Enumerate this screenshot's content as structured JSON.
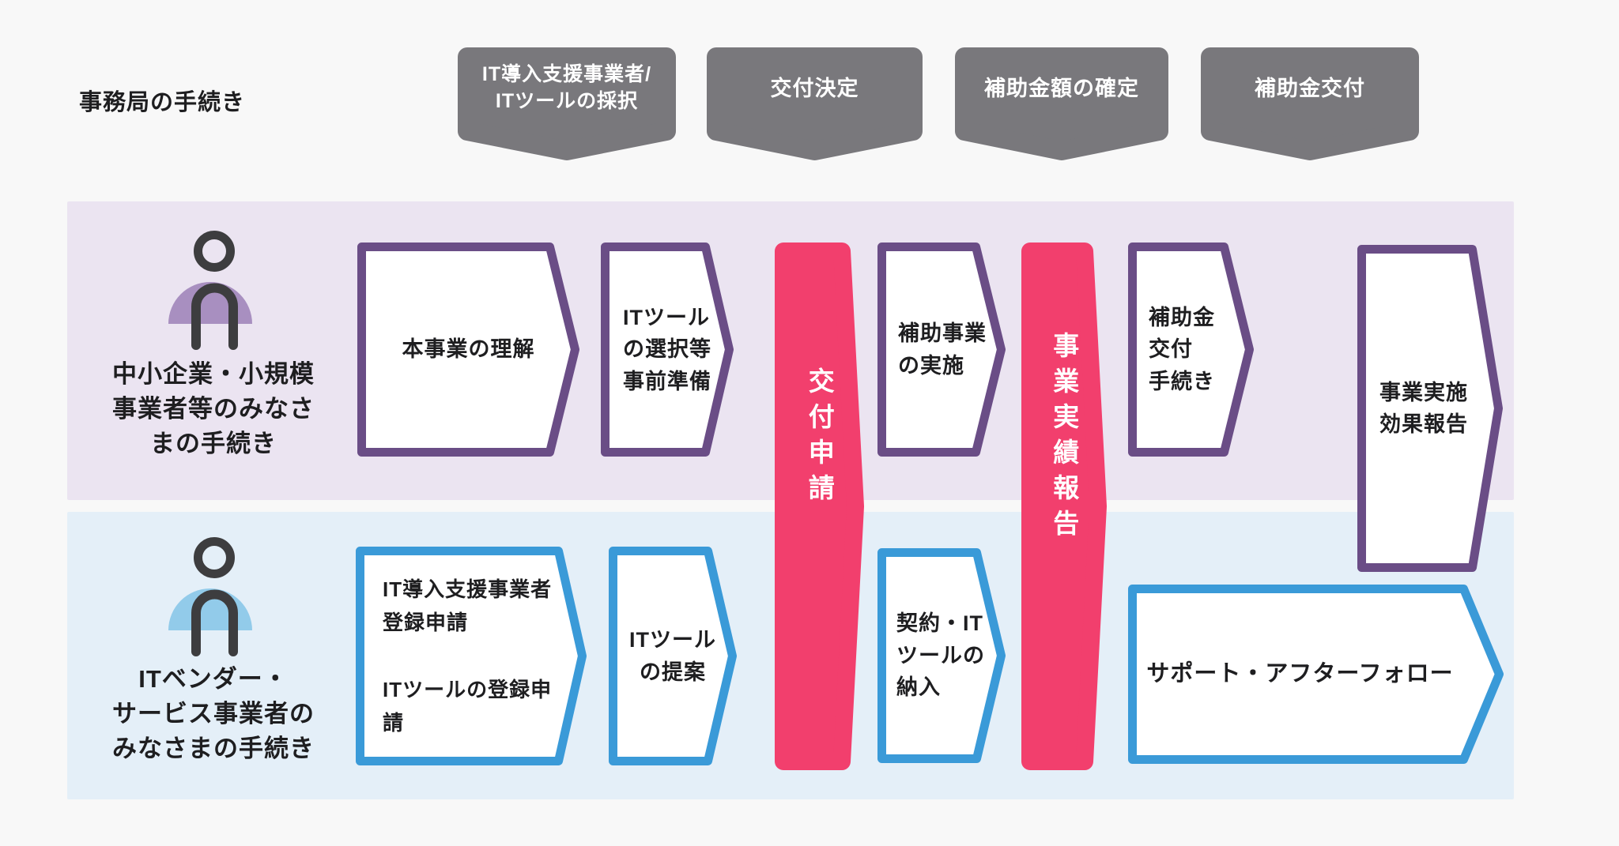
{
  "header": {
    "label": "事務局の手続き"
  },
  "secretariat_steps": [
    {
      "label": "IT導入支援事業者/\nITツールの採択"
    },
    {
      "label": "交付決定"
    },
    {
      "label": "補助金額の確定"
    },
    {
      "label": "補助金交付"
    }
  ],
  "milestones": [
    {
      "label": "交付申請"
    },
    {
      "label": "事業実績報告"
    }
  ],
  "sme_lane": {
    "label": "中小企業・小規模\n事業者等のみなさ\nまの手続き",
    "steps": [
      {
        "label": "本事業の理解"
      },
      {
        "label": "ITツール\nの選択等\n事前準備"
      },
      {
        "label": "補助事業\nの実施"
      },
      {
        "label": "補助金\n交付\n手続き"
      },
      {
        "label": "事業実施\n効果報告"
      }
    ]
  },
  "vendor_lane": {
    "label": "ITベンダー・\nサービス事業者の\nみなさまの手続き",
    "steps": [
      {
        "label": "IT導入支援事業者\n登録申請\n\nITツールの登録申\n請"
      },
      {
        "label": "ITツール\nの提案"
      },
      {
        "label": "契約・IT\nツールの\n納入"
      },
      {
        "label": "サポート・アフターフォロー"
      }
    ]
  },
  "colors": {
    "bg": "#f8f8f8",
    "text": "#1e1e20",
    "gray": "#79787c",
    "purple": "#6a4d86",
    "blue": "#3a9ad8",
    "pink": "#f23f6d",
    "laneSme": "#ebe4f1",
    "laneVendor": "#e4eff8",
    "personDark": "#3d3d3f",
    "personPurple": "#a88fc0",
    "personBlue": "#92cbea"
  }
}
